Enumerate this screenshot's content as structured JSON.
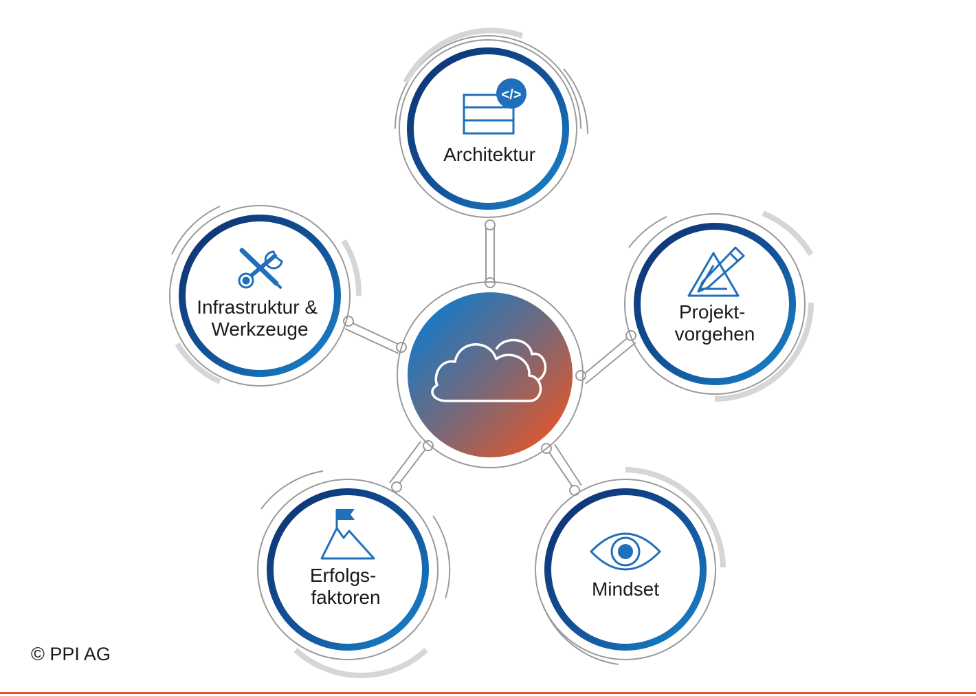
{
  "colors": {
    "ring_dark": "#0d2f6e",
    "ring_light": "#1a7cc4",
    "icon_blue": "#1f6fba",
    "decor_gray": "#d6d6d6",
    "line_gray": "#9a9a9a",
    "center_blue": "#1e78c0",
    "center_orange": "#e2572a",
    "footer_orange": "#e2572a"
  },
  "center": {
    "icon": "cloud-icon"
  },
  "nodes": [
    {
      "id": "architektur",
      "lines": [
        "Architektur"
      ],
      "icon": "architecture-code-icon"
    },
    {
      "id": "projektvorgehen",
      "lines": [
        "Projekt-",
        "vorgehen"
      ],
      "icon": "drafting-pencil-icon"
    },
    {
      "id": "mindset",
      "lines": [
        "Mindset"
      ],
      "icon": "eye-icon"
    },
    {
      "id": "erfolgsfaktoren",
      "lines": [
        "Erfolgs-",
        "faktoren"
      ],
      "icon": "mountain-flag-icon"
    },
    {
      "id": "infrastruktur",
      "lines": [
        "Infrastruktur &",
        "Werkzeuge"
      ],
      "icon": "tools-icon"
    }
  ],
  "copyright": "© PPI AG"
}
